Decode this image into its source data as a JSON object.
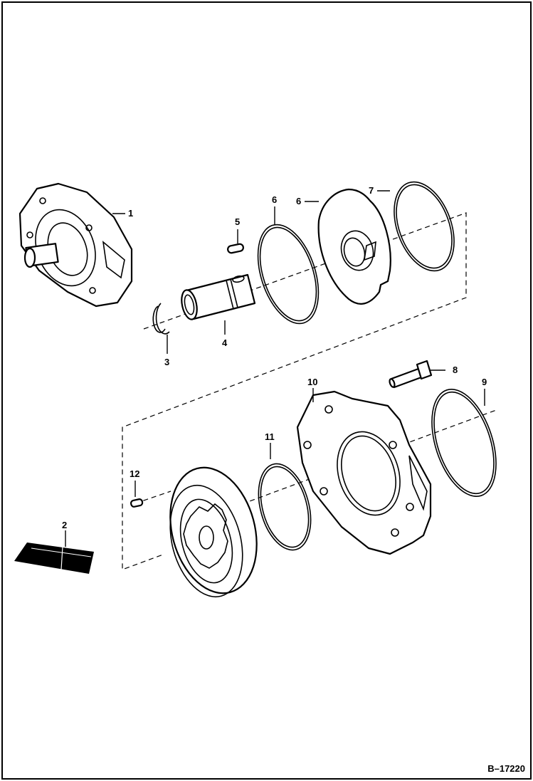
{
  "reference_number": "B–17220",
  "callouts": [
    {
      "id": "1",
      "text": "1"
    },
    {
      "id": "2",
      "text": "2"
    },
    {
      "id": "3",
      "text": "3"
    },
    {
      "id": "4",
      "text": "4"
    },
    {
      "id": "5",
      "text": "5"
    },
    {
      "id": "6a",
      "text": "6"
    },
    {
      "id": "6b",
      "text": "6"
    },
    {
      "id": "7",
      "text": "7"
    },
    {
      "id": "8",
      "text": "8"
    },
    {
      "id": "9",
      "text": "9"
    },
    {
      "id": "10",
      "text": "10"
    },
    {
      "id": "11",
      "text": "11"
    },
    {
      "id": "12",
      "text": "12"
    }
  ]
}
